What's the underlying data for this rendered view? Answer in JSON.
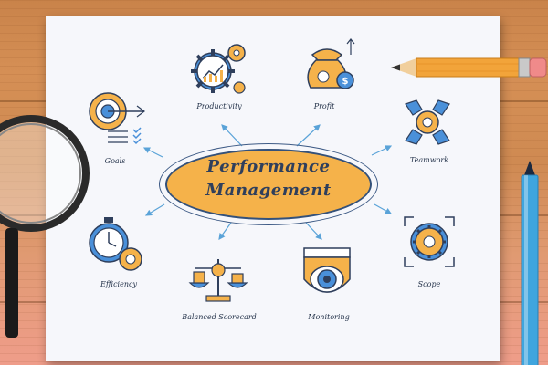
{
  "title_line1": "Performance",
  "title_line2": "Management",
  "nodes": [
    {
      "label": "Productivity",
      "icon": "productivity-gear-chart-icon"
    },
    {
      "label": "Profit",
      "icon": "money-bag-icon"
    },
    {
      "label": "Teamwork",
      "icon": "teamwork-hands-gear-icon"
    },
    {
      "label": "Scope",
      "icon": "target-gear-icon"
    },
    {
      "label": "Monitoring",
      "icon": "eye-camera-icon"
    },
    {
      "label": "Balanced Scorecard",
      "icon": "balance-scale-icon"
    },
    {
      "label": "Efficiency",
      "icon": "stopwatch-gear-icon"
    },
    {
      "label": "Goals",
      "icon": "target-arrow-icon"
    }
  ],
  "colors": {
    "accent": "#f5b24a",
    "line": "#34517a",
    "arrow": "#5aa3d8",
    "blue": "#4a90d9"
  }
}
